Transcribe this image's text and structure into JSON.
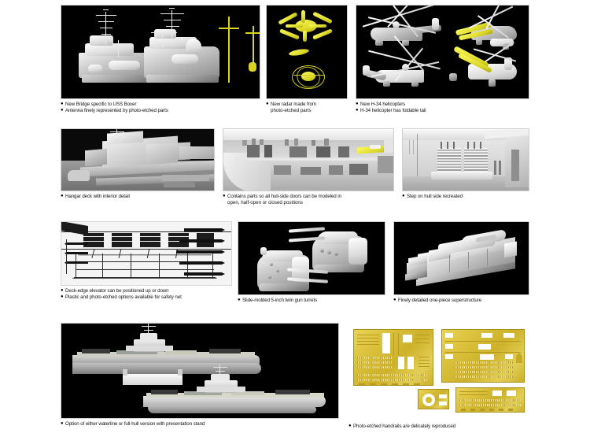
{
  "sheet": {
    "background_color": "#ffffff",
    "accent_color": "#d9d31f",
    "brass_color": "#d9c03a"
  },
  "panels": [
    {
      "id": "bridge-antenna",
      "image_alt": "Two grey plastic superstructure bridge assemblies with photo-etched lattice masts and two yellow photo-etched antenna masts",
      "image_background": "#000000",
      "captions": [
        "New Bridge specific to USS Boxer",
        "Antenna finely represented by photo-etched parts"
      ]
    },
    {
      "id": "radar",
      "image_alt": "Yellow photo-etched radar antenna parts on black background",
      "image_background": "#000000",
      "captions": [
        "New radar made from",
        "photo-etched parts"
      ],
      "caption_is_wrapped": true
    },
    {
      "id": "h34-helicopters",
      "image_alt": "Four H-34 helicopter models, two grey and two with yellow folded tail sections",
      "image_background": "#000000",
      "captions": [
        "New H-34 helicopters",
        "H-34 helicopter has foldable tail"
      ]
    },
    {
      "id": "hangar-deck",
      "image_alt": "Greyscale photo of hangar deck interior with island superstructure",
      "image_background": "#202020",
      "captions": [
        "Hangar deck with interior detail"
      ]
    },
    {
      "id": "hull-side-doors",
      "image_alt": "Close-up photo of hull side showing openable doors with one yellow photo-etched part",
      "image_background": "#c9c9c9",
      "captions": [
        "Contains parts so all hull-side doors can be modeled in",
        "open, half-open or closed positions"
      ],
      "caption_is_wrapped": true
    },
    {
      "id": "hull-side-step",
      "image_alt": "Close-up photo of hull side showing recreated steps and ladders",
      "image_background": "#d2d2d2",
      "captions": [
        "Step on hull side recreated"
      ]
    },
    {
      "id": "deck-edge-elevator",
      "image_alt": "Line art drawing of deck-edge elevator with safety net and positioning arrows",
      "image_background": "#f2f2f2",
      "captions": [
        "Deck-edge elevator can be positioned up or down",
        "Plastic and photo-etched options available for safety net"
      ]
    },
    {
      "id": "gun-turrets",
      "image_alt": "Two slide-molded 5-inch twin gun turret parts in grey plastic",
      "image_background": "#000000",
      "captions": [
        "Slide-molded 5-inch twin gun turrets"
      ]
    },
    {
      "id": "superstructure",
      "image_alt": "One-piece grey plastic island superstructure part",
      "image_background": "#000000",
      "captions": [
        "Finely detailed one-piece superstructure"
      ]
    },
    {
      "id": "hull-options",
      "image_alt": "Two completed aircraft carrier models, a waterline version on a presentation stand and a full-hull version",
      "image_background": "#000000",
      "captions": [
        "Option of either waterline or full-hull version with presentation stand"
      ]
    },
    {
      "id": "photo-etched-frets",
      "image_alt": "Four brass photo-etched frets containing handrails, railings and detail parts",
      "image_background": "#ffffff",
      "captions": [
        "Photo-etched handrails are delicately reproduced"
      ]
    }
  ]
}
